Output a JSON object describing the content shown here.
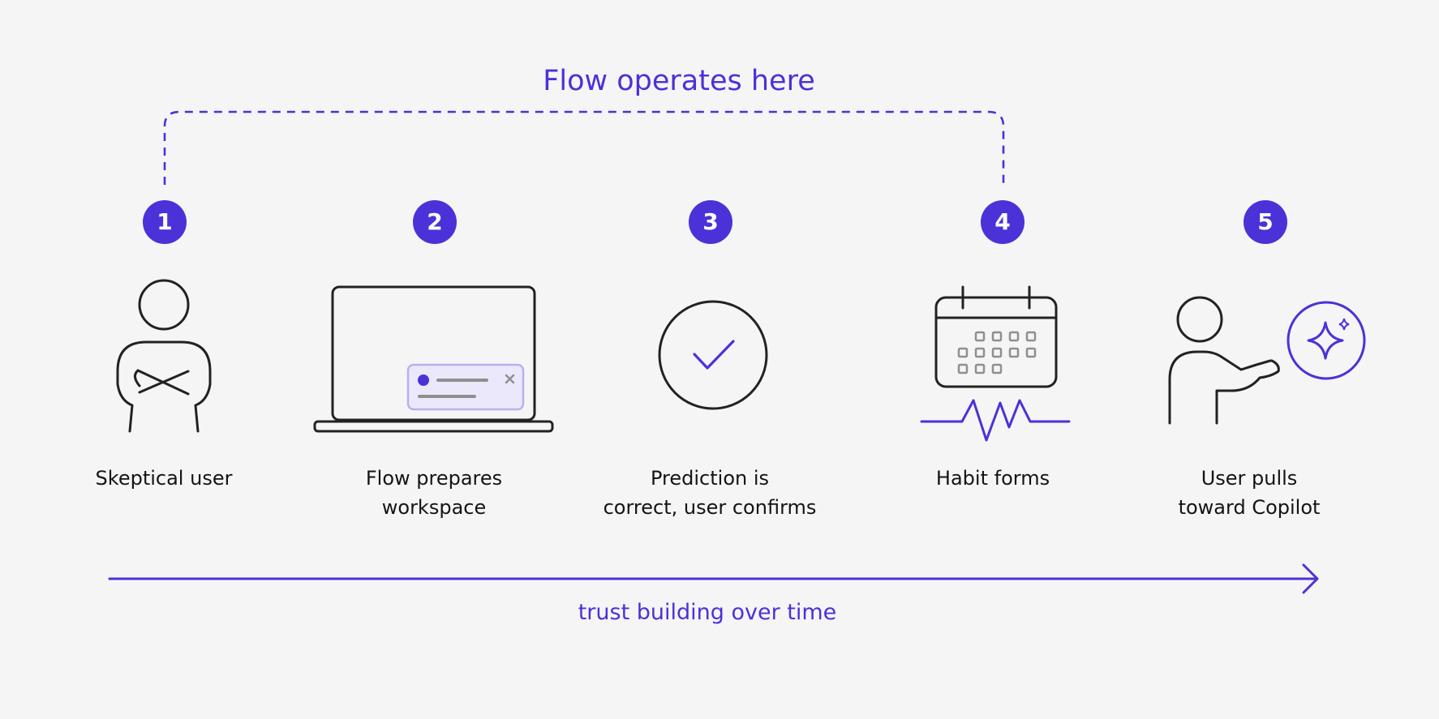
{
  "bracket_label": "Flow operates here",
  "axis_label": "trust building over time",
  "steps": [
    {
      "number": "1",
      "label_line1": "Skeptical user",
      "label_line2": "",
      "icon": "person-arms-crossed-icon"
    },
    {
      "number": "2",
      "label_line1": "Flow prepares",
      "label_line2": "workspace",
      "icon": "laptop-with-notification-icon"
    },
    {
      "number": "3",
      "label_line1": "Prediction is",
      "label_line2": "correct, user confirms",
      "icon": "check-circle-icon"
    },
    {
      "number": "4",
      "label_line1": "Habit forms",
      "label_line2": "",
      "icon": "calendar-pulse-icon"
    },
    {
      "number": "5",
      "label_line1": "User pulls",
      "label_line2": "toward Copilot",
      "icon": "person-reaching-copilot-icon"
    }
  ],
  "colors": {
    "accent": "#4a32d8",
    "ink": "#222222",
    "muted": "#8f8f8f",
    "card_fill": "#ebe8fc",
    "card_border": "#b9b0ee",
    "background": "#f5f5f6"
  }
}
